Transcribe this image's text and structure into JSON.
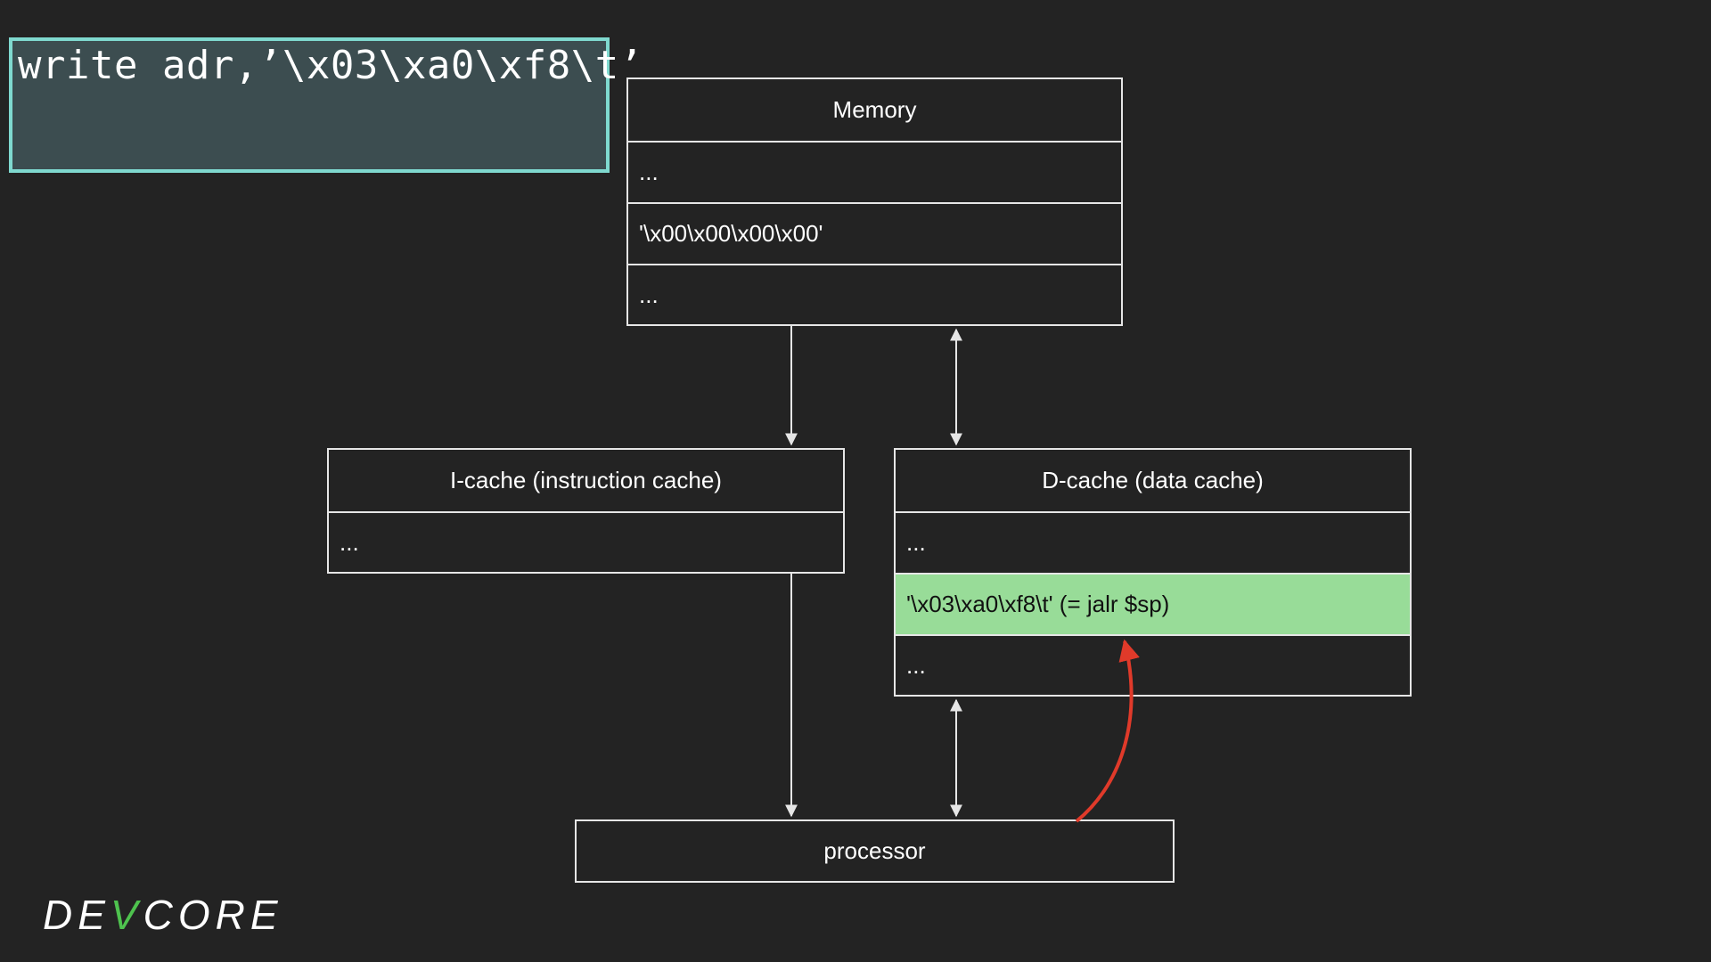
{
  "code": {
    "text": "write adr,’\\x03\\xa0\\xf8\\t’"
  },
  "memory": {
    "title": "Memory",
    "rows": [
      "...",
      "'\\x00\\x00\\x00\\x00'",
      "..."
    ]
  },
  "icache": {
    "title": "I-cache (instruction cache)",
    "rows": [
      "..."
    ]
  },
  "dcache": {
    "title": "D-cache (data cache)",
    "rows": [
      "...",
      "'\\x03\\xa0\\xf8\\t' (= jalr $sp)",
      "..."
    ],
    "highlight_color": "#98dc98"
  },
  "processor": {
    "label": "processor"
  },
  "arrow_colors": {
    "normal": "#e6e6e6",
    "write": "#e03a2a"
  },
  "logo": {
    "left": "DE",
    "check": "V",
    "right": "CORE",
    "check_color": "#4ec24e"
  }
}
